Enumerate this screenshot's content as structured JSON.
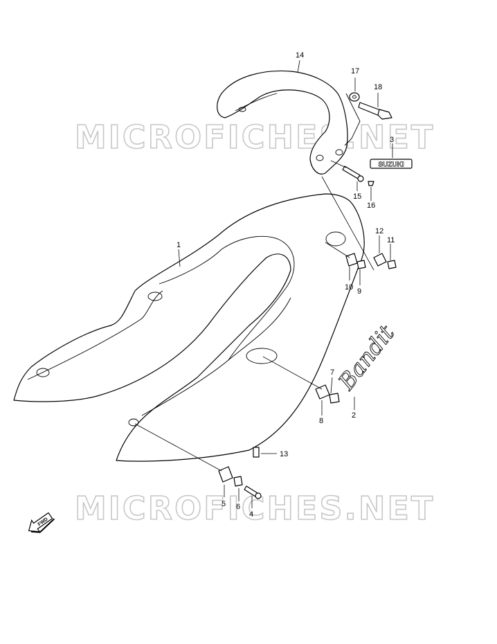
{
  "watermark": "MICROFICHES.NET",
  "emblem_text": "SUZUKI",
  "script_logo_text": "Bandit",
  "fwd_label": "FWD",
  "callouts": {
    "c1": "1",
    "c2": "2",
    "c3": "3",
    "c4": "4",
    "c5": "5",
    "c6": "6",
    "c7": "7",
    "c8": "8",
    "c9": "9",
    "c10": "10",
    "c11": "11",
    "c12": "12",
    "c13": "13",
    "c14": "14",
    "c15": "15",
    "c16": "16",
    "c17": "17",
    "c18": "18"
  }
}
